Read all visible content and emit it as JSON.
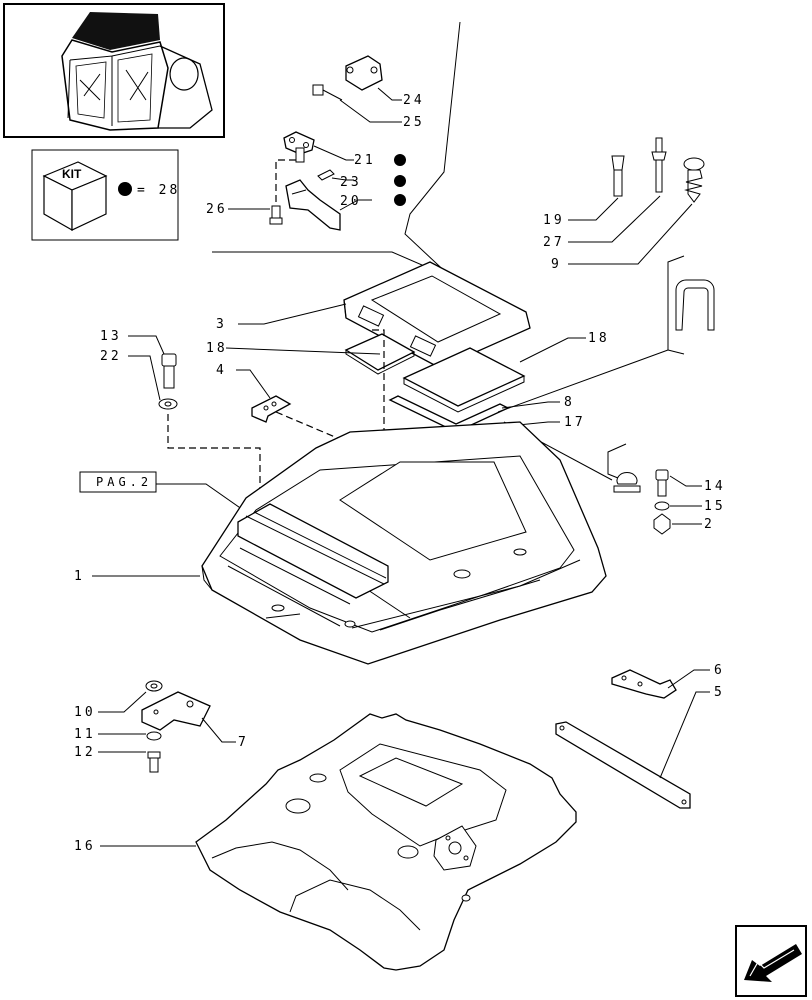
{
  "kit_box": {
    "title": "KIT",
    "equals_text": "= 28"
  },
  "page_ref": "PAG.2",
  "callouts": {
    "c24": "24",
    "c25": "25",
    "c21": "21",
    "c23": "23",
    "c20": "20",
    "c26": "26",
    "c19": "19",
    "c27": "27",
    "c9": "9",
    "c3": "3",
    "c18a": "18",
    "c18b": "18",
    "c4": "4",
    "c13": "13",
    "c22": "22",
    "c8": "8",
    "c17": "17",
    "c14": "14",
    "c15": "15",
    "c2": "2",
    "c1": "1",
    "c6": "6",
    "c5": "5",
    "c10": "10",
    "c11": "11",
    "c12": "12",
    "c7": "7",
    "c16": "16"
  },
  "kit_marker_color": "#000000",
  "icons": [
    "tractor-cab-thumbnail",
    "kit-box-icon",
    "navigation-arrow-icon"
  ]
}
